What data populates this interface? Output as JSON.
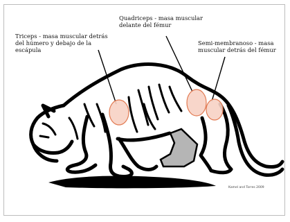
{
  "labels": {
    "triceps": "Triceps - masa muscular detrás\ndel húmero y debajo de la\nescápula",
    "quadriceps": "Quadriceps - masa muscular\ndelante del fémur",
    "semimembranoso": "Semi-membranoso - masa\nmuscular detrás del fémur"
  },
  "credit": "Kamel and Torres 2009",
  "colors": {
    "muscle_fill": "#f7d2c4",
    "muscle_stroke": "#e27a52",
    "outline": "#000000",
    "shadow_leg": "#b5b5b5"
  }
}
